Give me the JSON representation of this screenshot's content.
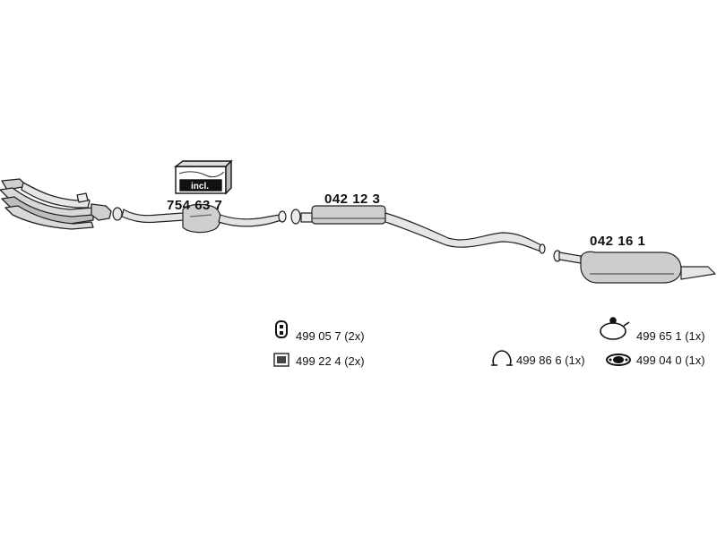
{
  "parts": {
    "catalytic_converter": {
      "number": "754 63 7",
      "incl_label": "incl."
    },
    "middle_silencer": {
      "number": "042 12 3"
    },
    "rear_silencer": {
      "number": "042 16 1"
    }
  },
  "accessories": {
    "rubber_mount": {
      "label": "499 05 7 (2x)",
      "icon": "rubber-mount-icon"
    },
    "mounting_kit": {
      "label": "499 22 4 (2x)",
      "icon": "mounting-kit-icon"
    },
    "pipe_clamp": {
      "label": "499 86 6 (1x)",
      "icon": "pipe-clamp-icon"
    },
    "hanger_ring": {
      "label": "499 65 1 (1x)",
      "icon": "hanger-ring-icon"
    },
    "gasket": {
      "label": "499 04 0 (1x)",
      "icon": "gasket-icon"
    }
  }
}
